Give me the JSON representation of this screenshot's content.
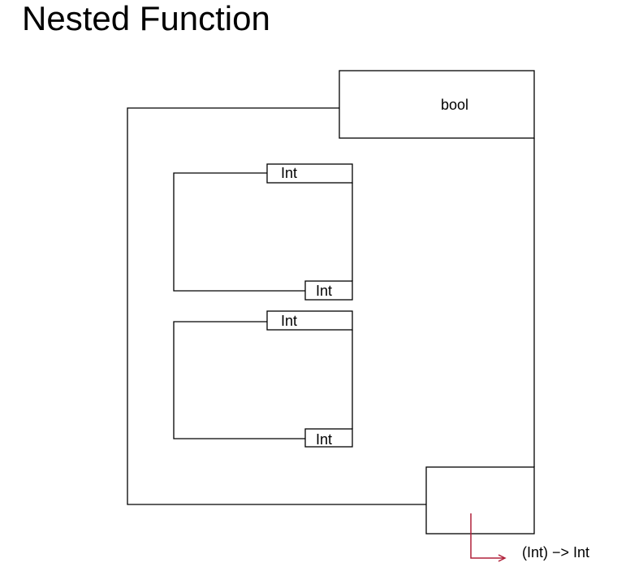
{
  "title": "Nested Function",
  "outer": {
    "output_label": "bool"
  },
  "inner_functions": [
    {
      "input_label": "Int",
      "output_label": "Int"
    },
    {
      "input_label": "Int",
      "output_label": "Int"
    }
  ],
  "result_type": "(Int) −> Int",
  "colors": {
    "line": "#000000",
    "arrow": "#b0213a"
  }
}
